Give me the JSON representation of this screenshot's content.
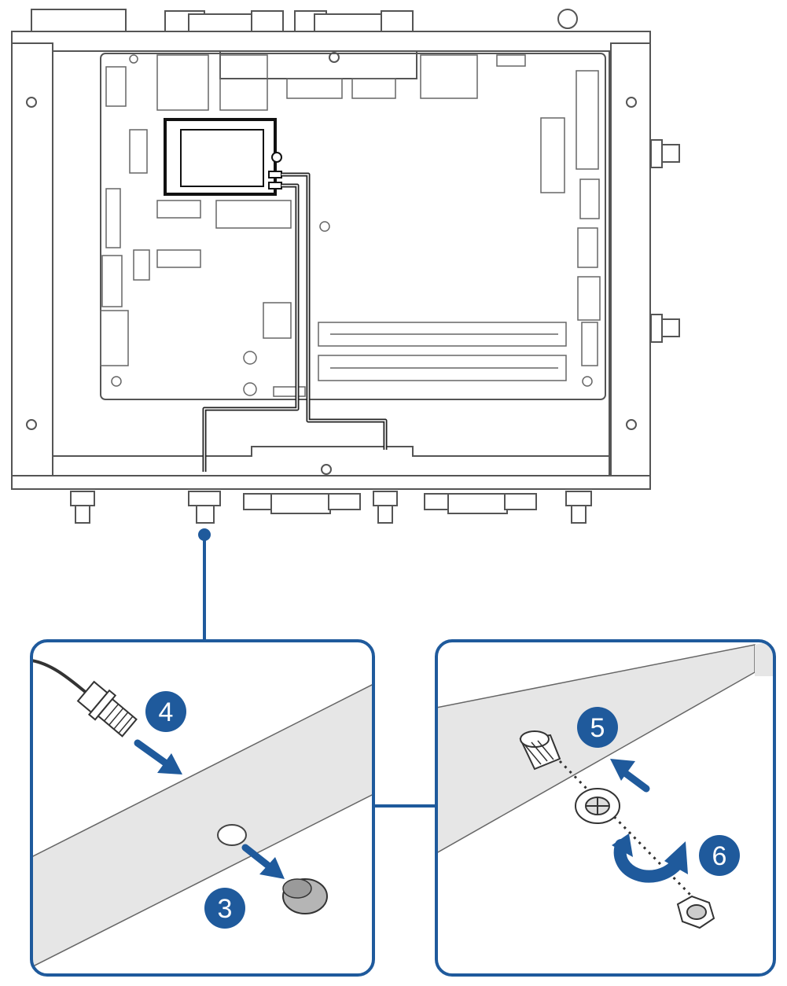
{
  "colors": {
    "accent": "#1f5a9c",
    "line": "#4a4a4a",
    "panel_face": "#e6e6e6",
    "cable": "#222222"
  },
  "steps": [
    {
      "id": "step-3",
      "label": "3"
    },
    {
      "id": "step-4",
      "label": "4"
    },
    {
      "id": "step-5",
      "label": "5"
    },
    {
      "id": "step-6",
      "label": "6"
    }
  ],
  "icons": {
    "arrow_step_3": "arrow-icon",
    "arrow_step_4": "arrow-icon",
    "arrow_step_5": "arrow-icon",
    "rotate_step_6": "rotate-arrow-icon"
  }
}
